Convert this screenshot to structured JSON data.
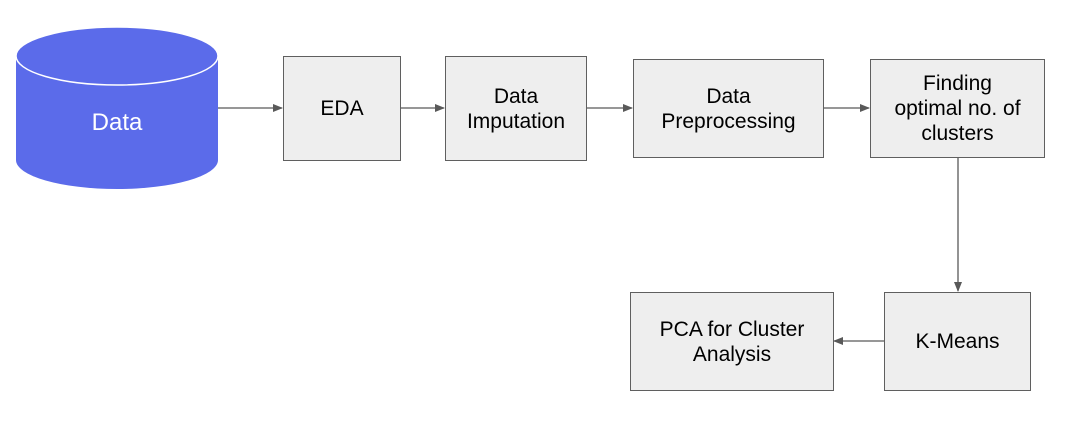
{
  "colors": {
    "database_fill": "#5b6bea",
    "box_fill": "#eeeeee",
    "box_border": "#5f5f5f",
    "arrow": "#595959"
  },
  "nodes": {
    "data": {
      "label": "Data"
    },
    "eda": {
      "line1": "EDA"
    },
    "imputation": {
      "line1": "Data",
      "line2": "Imputation"
    },
    "preprocessing": {
      "line1": "Data",
      "line2": "Preprocessing"
    },
    "optimal_clusters": {
      "line1": "Finding",
      "line2": "optimal no. of",
      "line3": "clusters"
    },
    "kmeans": {
      "line1": "K-Means"
    },
    "pca": {
      "line1": "PCA for Cluster",
      "line2": "Analysis"
    }
  },
  "edges": [
    {
      "from": "Data",
      "to": "EDA"
    },
    {
      "from": "EDA",
      "to": "Data Imputation"
    },
    {
      "from": "Data Imputation",
      "to": "Data Preprocessing"
    },
    {
      "from": "Data Preprocessing",
      "to": "Finding optimal no. of clusters"
    },
    {
      "from": "Finding optimal no. of clusters",
      "to": "K-Means"
    },
    {
      "from": "K-Means",
      "to": "PCA for Cluster Analysis"
    }
  ]
}
